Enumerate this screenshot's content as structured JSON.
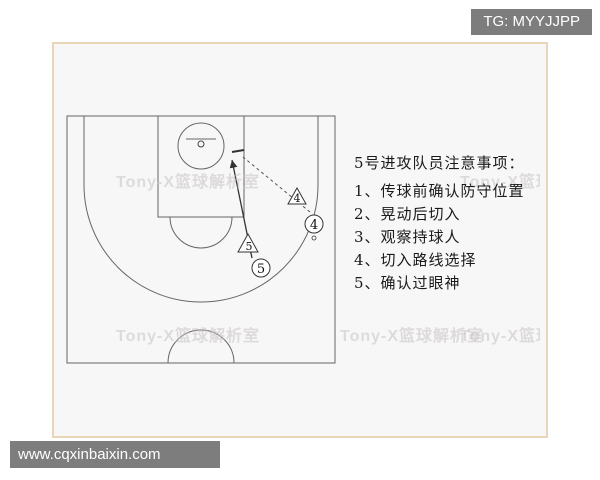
{
  "watermarks": {
    "top_right": "TG: MYYJJPP",
    "bottom_left": "www.cqxinbaixin.com",
    "overlay": [
      "Tony-X篮球解析室",
      "Tony-X篮球解析室",
      "Tony-X篮球解析室",
      "Tony-X篮球解析室",
      "Tony-X篮球解析室"
    ]
  },
  "diagram": {
    "players": [
      {
        "label": "4",
        "role": "defender-triangle"
      },
      {
        "label": "4",
        "role": "offense-circle"
      },
      {
        "label": "5",
        "role": "defender-triangle"
      },
      {
        "label": "5",
        "role": "offense-circle"
      }
    ],
    "colors": {
      "lines": "#555555",
      "frame": "#e7d6b8",
      "background": "#f7f7f7"
    }
  },
  "notes": {
    "title": "5号进攻队员注意事项：",
    "items": [
      "1、传球前确认防守位置",
      "2、晃动后切入",
      "3、观察持球人",
      "4、切入路线选择",
      "5、确认过眼神"
    ]
  }
}
